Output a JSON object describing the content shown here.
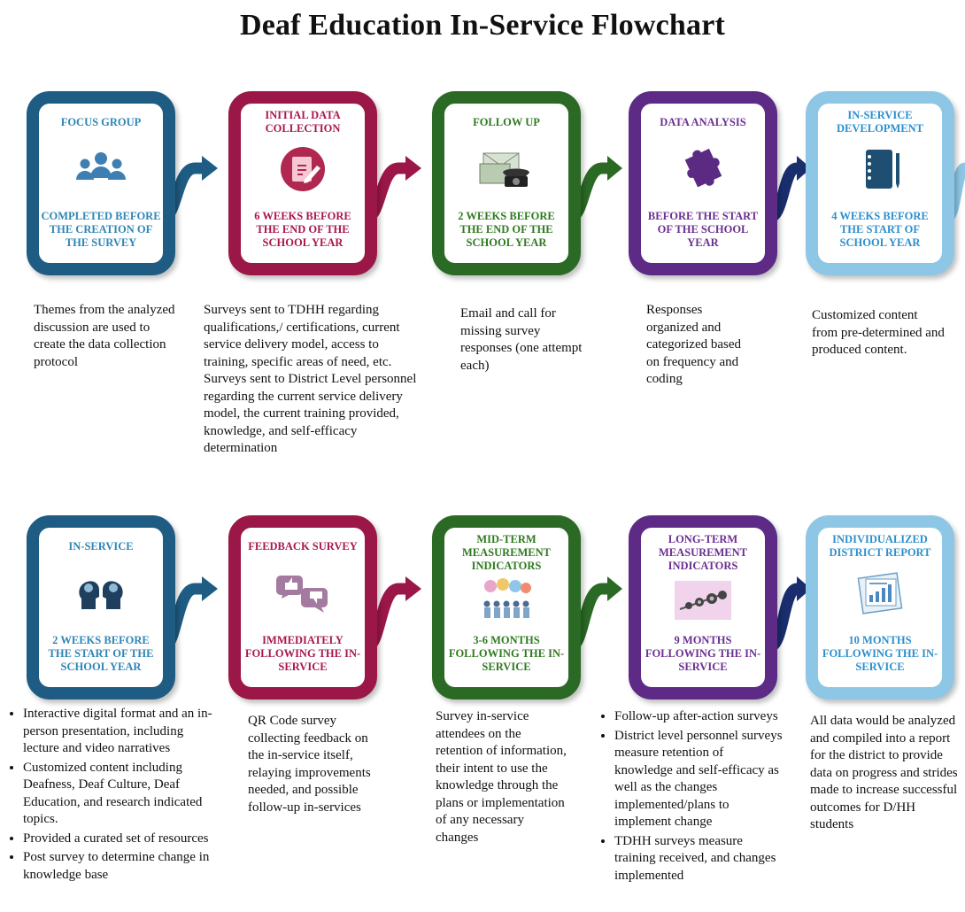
{
  "title": "Deaf Education In-Service Flowchart",
  "colors": {
    "blue": "#1f5c84",
    "crimson": "#9b1748",
    "green": "#2b6a25",
    "purple": "#5d2b86",
    "lightblue": "#8ec7e6",
    "navy": "#1a2e6e"
  },
  "row1": [
    {
      "top": "FOCUS GROUP",
      "icon": "people-group-icon",
      "bottom": "COMPLETED BEFORE THE CREATION OF THE SURVEY",
      "desc": "Themes from the analyzed discussion are used to create the data collection protocol"
    },
    {
      "top": "INITIAL DATA COLLECTION",
      "icon": "clipboard-pen-icon",
      "bottom": "6 WEEKS BEFORE THE END OF THE SCHOOL YEAR",
      "desc": "Surveys sent to TDHH regarding qualifications,/ certifications, current service delivery model, access to training, specific areas of need, etc.\nSurveys sent to District Level personnel regarding the current service delivery model, the current training provided, knowledge, and self-efficacy determination"
    },
    {
      "top": "FOLLOW UP",
      "icon": "telephone-email-icon",
      "bottom": "2 WEEKS BEFORE THE END OF THE SCHOOL YEAR",
      "desc": "Email and call for missing survey responses (one attempt each)"
    },
    {
      "top": "DATA ANALYSIS",
      "icon": "puzzle-piece-icon",
      "bottom": "BEFORE THE START OF THE SCHOOL YEAR",
      "desc": "Responses organized and categorized based on frequency and coding"
    },
    {
      "top": "IN-SERVICE DEVELOPMENT",
      "icon": "notebook-pen-icon",
      "bottom": "4 WEEKS BEFORE THE START OF SCHOOL YEAR",
      "desc": "Customized content from pre-determined and produced content."
    }
  ],
  "row2": [
    {
      "top": "IN-SERVICE",
      "icon": "brain-heads-icon",
      "bottom": "2 WEEKS BEFORE THE START OF THE SCHOOL YEAR",
      "bullets": [
        "Interactive digital format and an in-person presentation, including lecture and video narratives",
        "Customized content including Deafness, Deaf Culture, Deaf Education, and research indicated topics.",
        "Provided a curated set of resources",
        "Post survey to determine change in knowledge base"
      ]
    },
    {
      "top": "FEEDBACK SURVEY",
      "icon": "thumbs-up-down-icon",
      "bottom": "IMMEDIATELY FOLLOWING THE IN-SERVICE",
      "desc": "QR Code survey collecting  feedback on the in-service itself, relaying improvements needed, and possible follow-up in-services"
    },
    {
      "top": "MID-TERM MEASUREMENT INDICATORS",
      "icon": "team-speech-bubbles-icon",
      "bottom": "3-6  MONTHS FOLLOWING THE IN-SERVICE",
      "desc": "Survey in-service attendees on the retention of information, their intent to use the knowledge through the plans or implementation of any necessary changes"
    },
    {
      "top": "LONG-TERM MEASUREMENT INDICATORS",
      "icon": "gears-progress-icon",
      "bottom": "9 MONTHS FOLLOWING THE IN-SERVICE",
      "bullets": [
        "Follow-up after-action surveys",
        " District level personnel surveys measure retention of knowledge and self-efficacy as well as the changes implemented/plans to implement change",
        "TDHH surveys measure training received, and changes implemented"
      ]
    },
    {
      "top": "INDIVIDUALIZED DISTRICT REPORT",
      "icon": "report-document-icon",
      "bottom": "10 MONTHS FOLLOWING THE IN-SERVICE",
      "desc": "All data would be analyzed and compiled into a report for the district to provide data on progress and strides made to increase successful outcomes for D/HH students"
    }
  ]
}
